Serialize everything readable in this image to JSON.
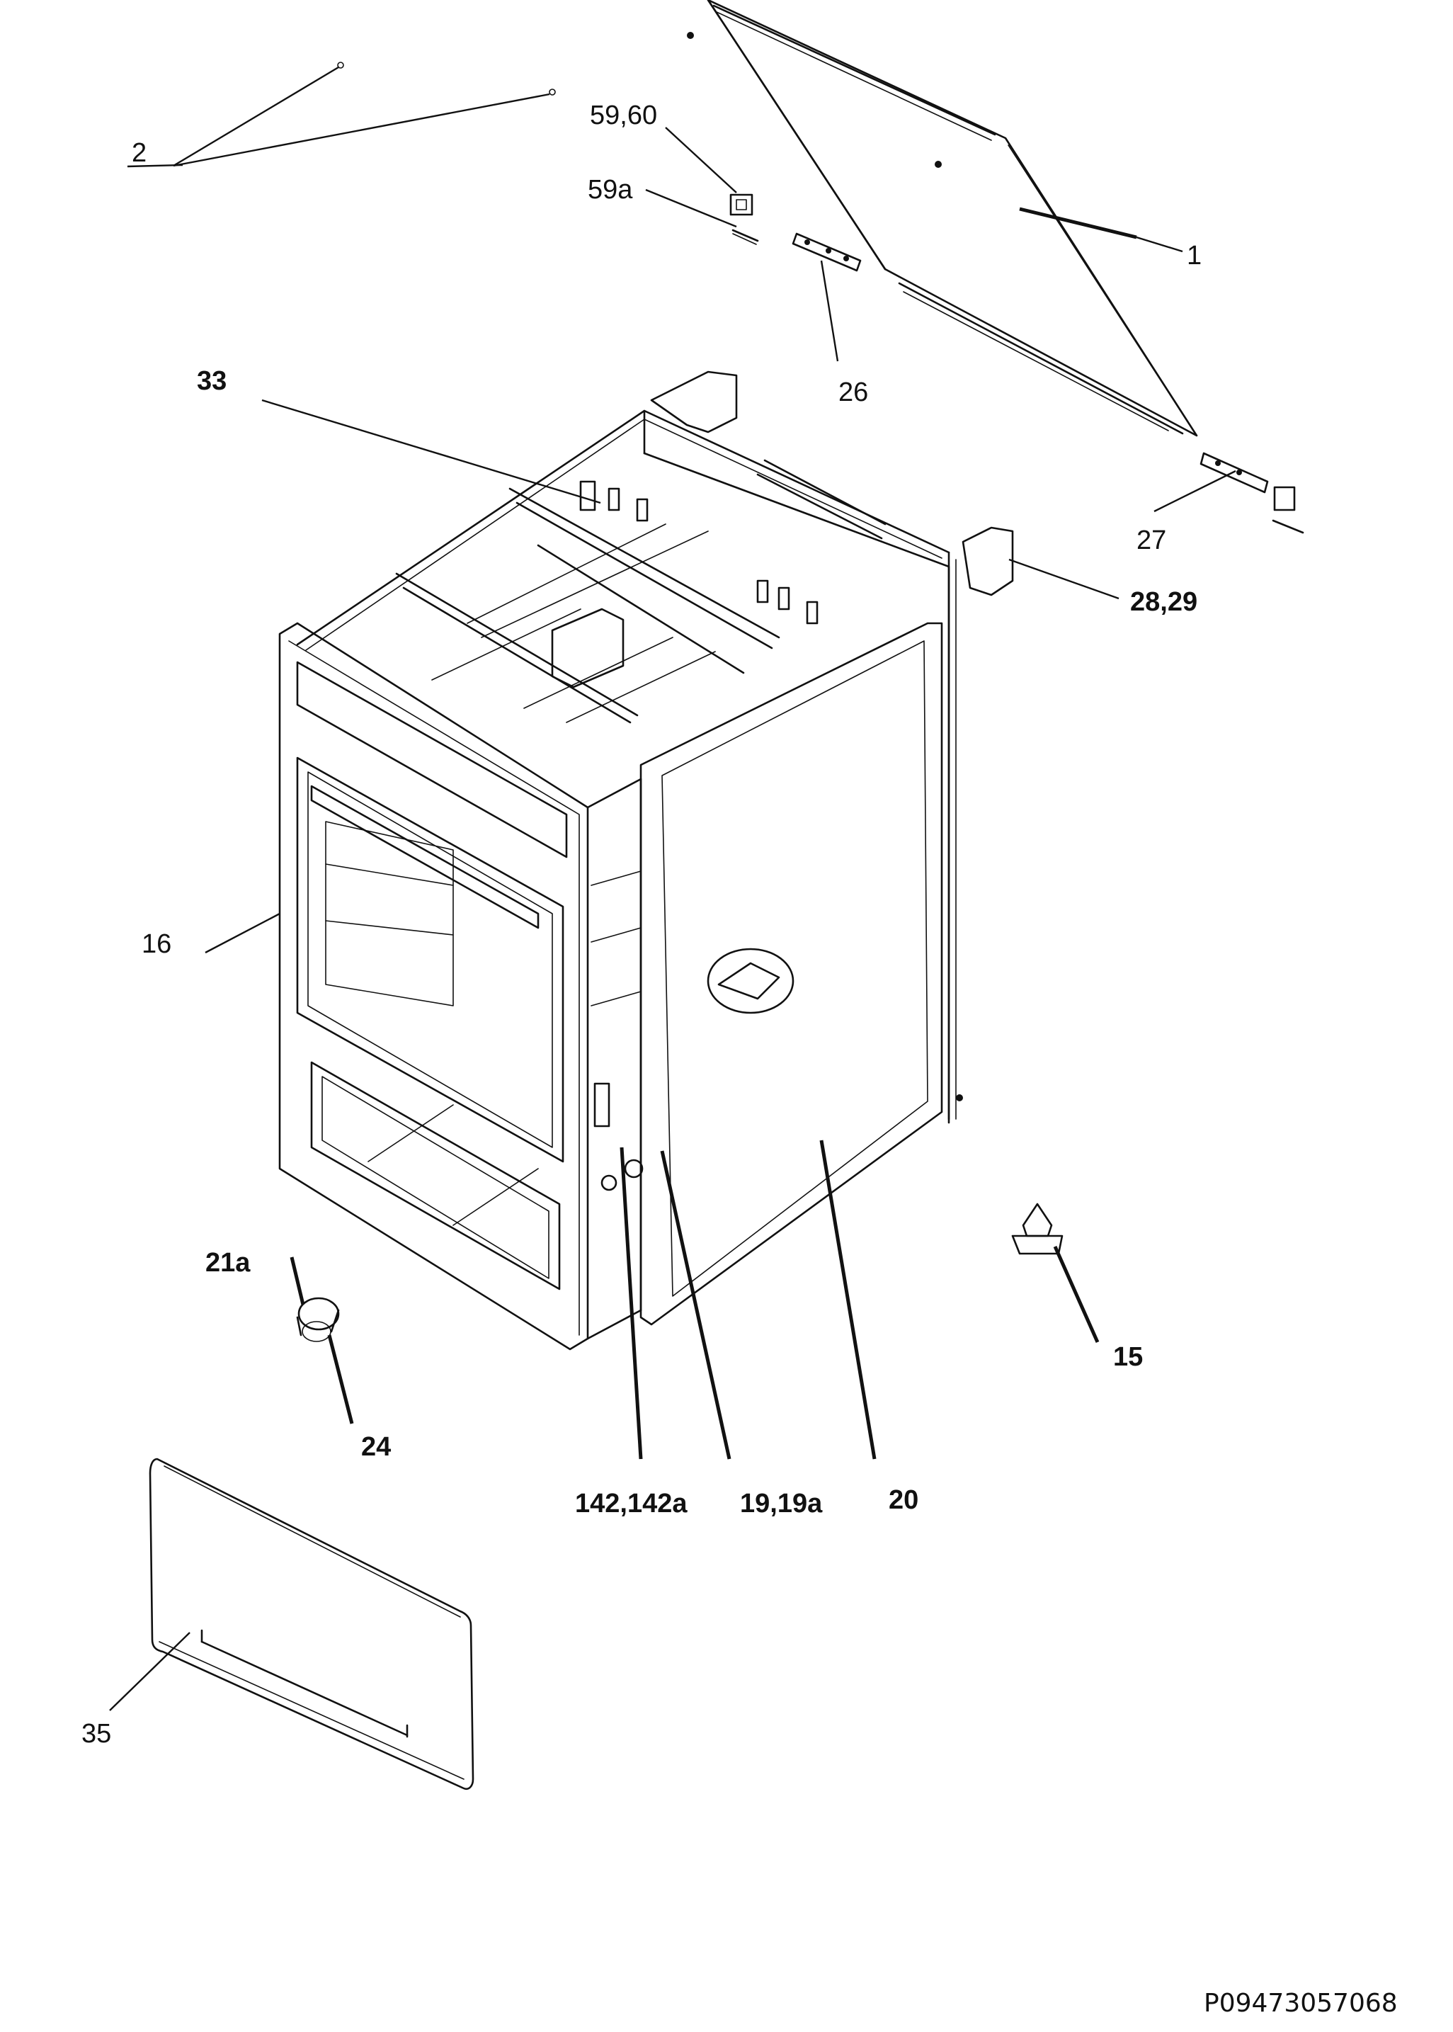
{
  "callouts": [
    {
      "id": "c-2",
      "text": "2"
    },
    {
      "id": "c-59-60",
      "text": "59,60"
    },
    {
      "id": "c-59a",
      "text": "59a"
    },
    {
      "id": "c-1",
      "text": "1"
    },
    {
      "id": "c-33",
      "text": "33"
    },
    {
      "id": "c-26",
      "text": "26"
    },
    {
      "id": "c-27",
      "text": "27"
    },
    {
      "id": "c-28-29",
      "text": "28,29"
    },
    {
      "id": "c-16",
      "text": "16"
    },
    {
      "id": "c-21a",
      "text": "21a"
    },
    {
      "id": "c-15",
      "text": "15"
    },
    {
      "id": "c-24",
      "text": "24"
    },
    {
      "id": "c-142",
      "text": "142,142a"
    },
    {
      "id": "c-19",
      "text": "19,19a"
    },
    {
      "id": "c-20",
      "text": "20"
    },
    {
      "id": "c-35",
      "text": "35"
    }
  ],
  "document_id": "P09473057068"
}
